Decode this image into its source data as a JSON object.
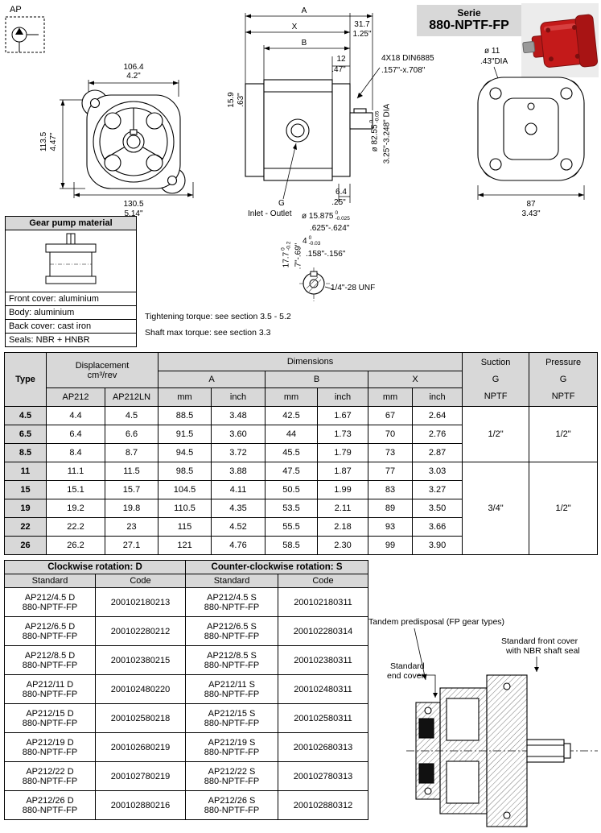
{
  "page": {
    "ap_label": "AP",
    "serie_label": "Serie",
    "serie_value": "880-NPTF-FP"
  },
  "front_view": {
    "width_mm": "106.4",
    "width_in": "4.2\"",
    "height_mm": "113.5",
    "height_in": "4.47\"",
    "base_mm": "130.5",
    "base_in": "5.14\""
  },
  "side_view": {
    "dim_a": "A",
    "dim_x": "X",
    "dim_b": "B",
    "shaft_mm": "31.7",
    "shaft_in": "1.25\"",
    "key_len_mm": "12",
    "key_len_in": ".47\"",
    "key_spec": "4X18 DIN6885",
    "key_spec_in": ".157\"-x.708\"",
    "port_h_mm": "15.9",
    "port_h_in": ".63\"",
    "pilot_dia": "ø 82.55",
    "pilot_tol_top": "0",
    "pilot_tol_bot": "-0.05",
    "pilot_dia_in": "3.25\"-3.248\" DIA",
    "back_mm": "6.4",
    "back_in": ".25\"",
    "g_label": "G",
    "g_caption": "Inlet - Outlet"
  },
  "rear_view": {
    "hole_dia": "ø 11",
    "hole_dia_in": ".43\"DIA",
    "width_mm": "87",
    "width_in": "3.43\""
  },
  "shaft_detail": {
    "dia": "ø 15.875",
    "dia_tol_top": "0",
    "dia_tol_bot": "-0.025",
    "dia_in": ".625\"-.624\"",
    "key_w": "4",
    "key_tol_top": "0",
    "key_tol_bot": "-0.03",
    "key_w_in": ".158\"-.156\"",
    "len": "17.7",
    "len_tol_top": "0",
    "len_tol_bot": "-0.2",
    "len_in": ".7\"-.69\"",
    "thread": "1/4\"-28 UNF"
  },
  "material_box": {
    "title": "Gear pump material",
    "rows": [
      "Front cover: aluminium",
      "Body: aluminium",
      "Back cover: cast iron",
      "Seals: NBR + HNBR"
    ]
  },
  "notes": {
    "torque": "Tightening torque: see section 3.5 - 5.2",
    "shaft": "Shaft max torque: see section 3.3"
  },
  "dim_table": {
    "type_header": "Type",
    "displacement_header": "Displacement",
    "displacement_sub": "cm³/rev",
    "dimensions_header": "Dimensions",
    "suction_header": "Suction",
    "pressure_header": "Pressure",
    "g_label": "G",
    "nptf_label": "NPTF",
    "col_ap212": "AP212",
    "col_ap212ln": "AP212LN",
    "col_a": "A",
    "col_b": "B",
    "col_x": "X",
    "mm": "mm",
    "inch": "inch",
    "rows": [
      {
        "type": "4.5",
        "disp1": "4.4",
        "disp2": "4.5",
        "a_mm": "88.5",
        "a_in": "3.48",
        "b_mm": "42.5",
        "b_in": "1.67",
        "x_mm": "67",
        "x_in": "2.64"
      },
      {
        "type": "6.5",
        "disp1": "6.4",
        "disp2": "6.6",
        "a_mm": "91.5",
        "a_in": "3.60",
        "b_mm": "44",
        "b_in": "1.73",
        "x_mm": "70",
        "x_in": "2.76"
      },
      {
        "type": "8.5",
        "disp1": "8.4",
        "disp2": "8.7",
        "a_mm": "94.5",
        "a_in": "3.72",
        "b_mm": "45.5",
        "b_in": "1.79",
        "x_mm": "73",
        "x_in": "2.87"
      },
      {
        "type": "11",
        "disp1": "11.1",
        "disp2": "11.5",
        "a_mm": "98.5",
        "a_in": "3.88",
        "b_mm": "47.5",
        "b_in": "1.87",
        "x_mm": "77",
        "x_in": "3.03"
      },
      {
        "type": "15",
        "disp1": "15.1",
        "disp2": "15.7",
        "a_mm": "104.5",
        "a_in": "4.11",
        "b_mm": "50.5",
        "b_in": "1.99",
        "x_mm": "83",
        "x_in": "3.27"
      },
      {
        "type": "19",
        "disp1": "19.2",
        "disp2": "19.8",
        "a_mm": "110.5",
        "a_in": "4.35",
        "b_mm": "53.5",
        "b_in": "2.11",
        "x_mm": "89",
        "x_in": "3.50"
      },
      {
        "type": "22",
        "disp1": "22.2",
        "disp2": "23",
        "a_mm": "115",
        "a_in": "4.52",
        "b_mm": "55.5",
        "b_in": "2.18",
        "x_mm": "93",
        "x_in": "3.66"
      },
      {
        "type": "26",
        "disp1": "26.2",
        "disp2": "27.1",
        "a_mm": "121",
        "a_in": "4.76",
        "b_mm": "58.5",
        "b_in": "2.30",
        "x_mm": "99",
        "x_in": "3.90"
      }
    ],
    "port_groups": [
      {
        "start": 0,
        "span": 3,
        "suction": "1/2\"",
        "pressure": "1/2\""
      },
      {
        "start": 3,
        "span": 5,
        "suction": "3/4\"",
        "pressure": "1/2\""
      }
    ]
  },
  "codes_table": {
    "cw_header": "Clockwise rotation: D",
    "ccw_header": "Counter-clockwise rotation: S",
    "standard_label": "Standard",
    "code_label": "Code",
    "model_suffix": "880-NPTF-FP",
    "rows": [
      {
        "cw_model": "AP212/4.5 D",
        "cw_code": "200102180213",
        "ccw_model": "AP212/4.5 S",
        "ccw_code": "200102180311"
      },
      {
        "cw_model": "AP212/6.5 D",
        "cw_code": "200102280212",
        "ccw_model": "AP212/6.5 S",
        "ccw_code": "200102280314"
      },
      {
        "cw_model": "AP212/8.5 D",
        "cw_code": "200102380215",
        "ccw_model": "AP212/8.5 S",
        "ccw_code": "200102380311"
      },
      {
        "cw_model": "AP212/11 D",
        "cw_code": "200102480220",
        "ccw_model": "AP212/11 S",
        "ccw_code": "200102480311"
      },
      {
        "cw_model": "AP212/15 D",
        "cw_code": "200102580218",
        "ccw_model": "AP212/15 S",
        "ccw_code": "200102580311"
      },
      {
        "cw_model": "AP212/19 D",
        "cw_code": "200102680219",
        "ccw_model": "AP212/19 S",
        "ccw_code": "200102680313"
      },
      {
        "cw_model": "AP212/22 D",
        "cw_code": "200102780219",
        "ccw_model": "AP212/22 S",
        "ccw_code": "200102780313"
      },
      {
        "cw_model": "AP212/26 D",
        "cw_code": "200102880216",
        "ccw_model": "AP212/26 S",
        "ccw_code": "200102880312"
      }
    ]
  },
  "bottom_labels": {
    "tandem": "Tandem predisposal (FP gear types)",
    "front_cover_1": "Standard front cover",
    "front_cover_2": "with NBR shaft seal",
    "end_cover_1": "Standard",
    "end_cover_2": "end cover"
  }
}
